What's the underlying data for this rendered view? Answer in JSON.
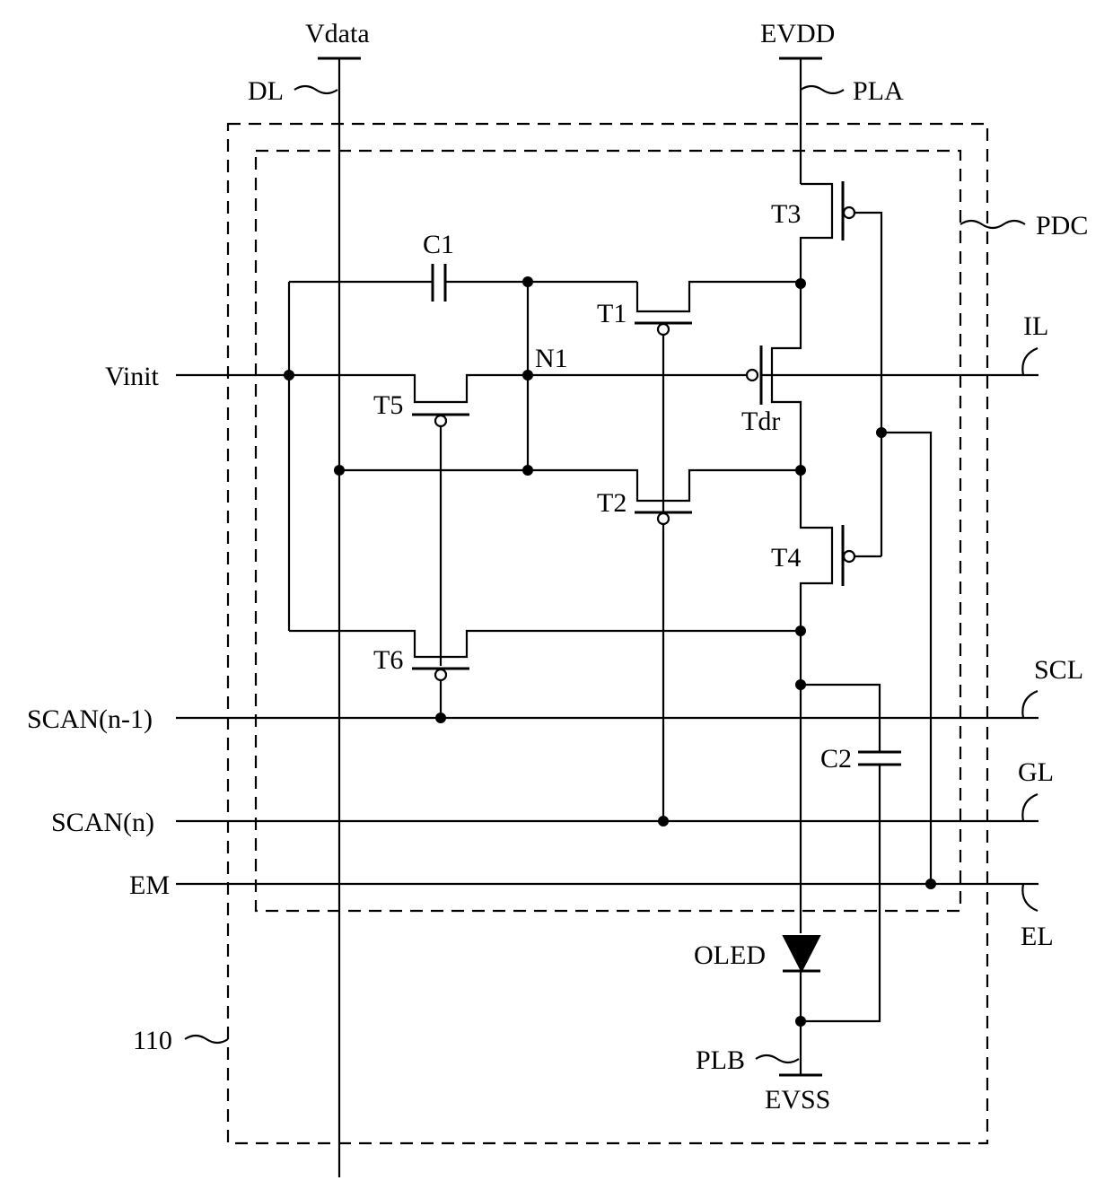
{
  "labels": {
    "vdata": "Vdata",
    "evdd": "EVDD",
    "dl": "DL",
    "pla": "PLA",
    "pdc": "PDC",
    "c1": "C1",
    "t3": "T3",
    "t1": "T1",
    "n1": "N1",
    "il": "IL",
    "vinit": "Vinit",
    "t5": "T5",
    "tdr": "Tdr",
    "t2": "T2",
    "t4": "T4",
    "t6": "T6",
    "scl": "SCL",
    "scan_prev": "SCAN(n-1)",
    "c2": "C2",
    "gl": "GL",
    "scan_n": "SCAN(n)",
    "em": "EM",
    "el": "EL",
    "oled": "OLED",
    "ref_110": "110",
    "plb": "PLB",
    "evss": "EVSS"
  }
}
